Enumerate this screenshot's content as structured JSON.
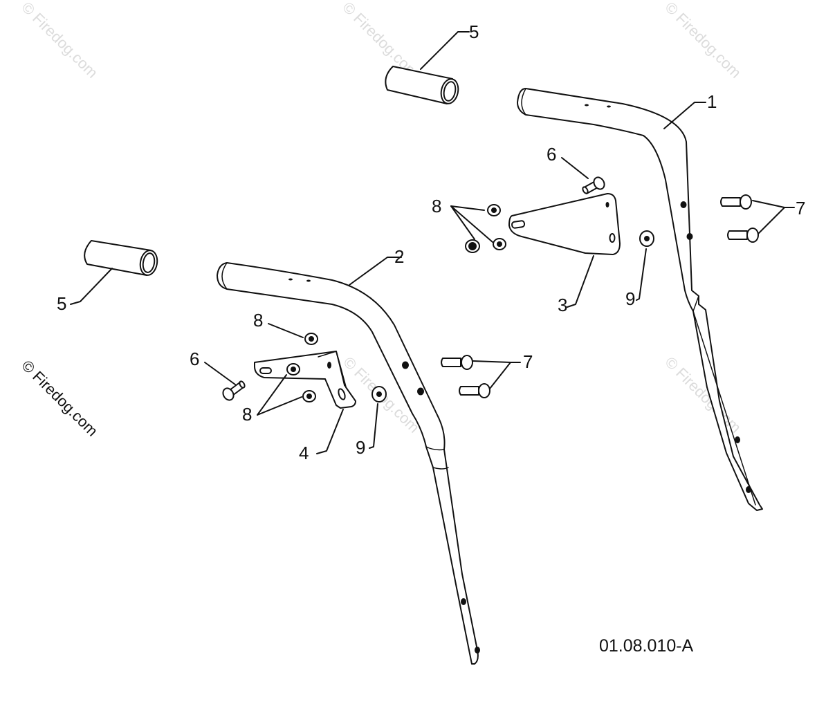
{
  "diagram": {
    "drawing_code": "01.08.010-A",
    "watermark": "© Firedog.com",
    "callouts": {
      "c1": "1",
      "c2": "2",
      "c3": "3",
      "c4": "4",
      "c5_top": "5",
      "c5_left": "5",
      "c6_top": "6",
      "c6_left": "6",
      "c7_right": "7",
      "c7_mid": "7",
      "c8_top": "8",
      "c8_left_top": "8",
      "c8_left_bottom": "8",
      "c9_top": "9",
      "c9_left": "9"
    }
  }
}
